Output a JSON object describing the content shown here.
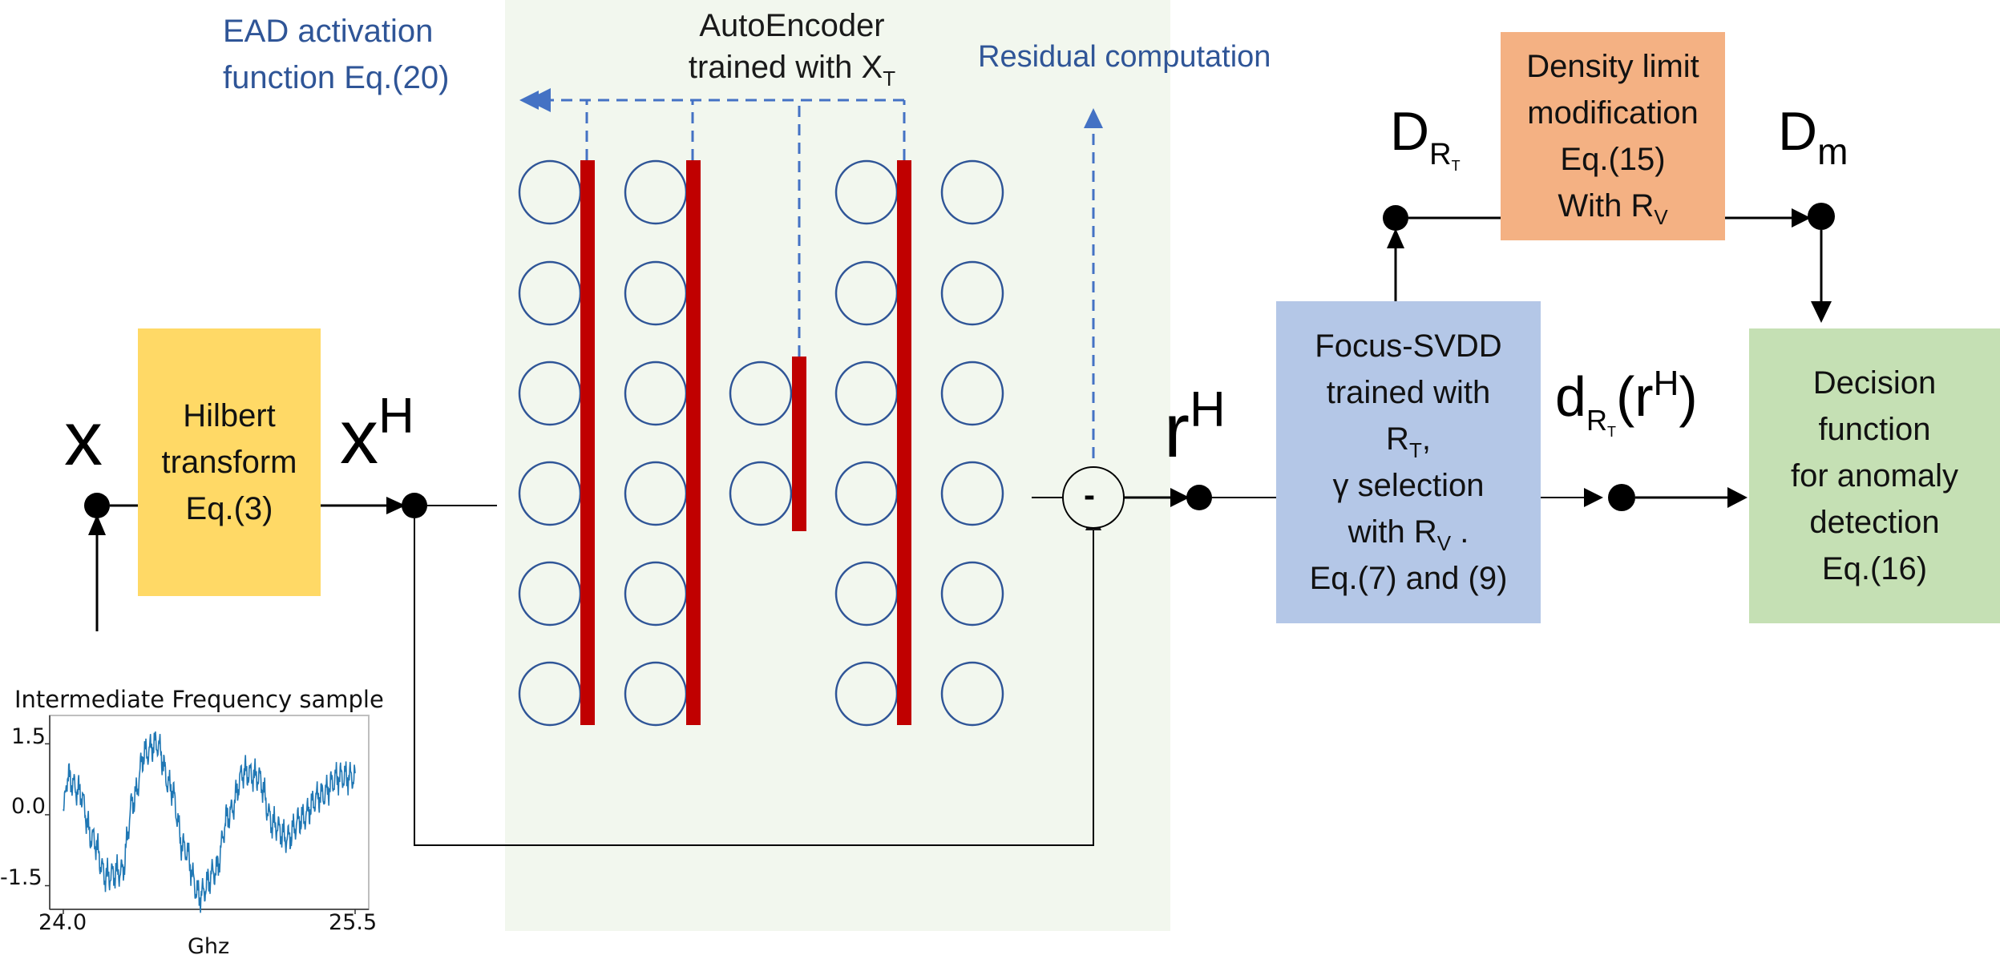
{
  "annotations": {
    "ead_activation": [
      "EAD activation",
      "function Eq.(20)"
    ],
    "autoencoder_title": [
      "AutoEncoder",
      "trained with X"
    ],
    "autoencoder_title_sub": "T",
    "residual_computation": "Residual computation"
  },
  "signals": {
    "x": "x",
    "xh_base": "x",
    "xh_sup": "H",
    "rh_base": "r",
    "rh_sup": "H",
    "dr_base": "D",
    "dr_sub": "R",
    "dr_subsub": "T",
    "dm_base": "D",
    "dm_sub": "m",
    "d_base": "d",
    "d_sub": "R",
    "d_subsub": "T",
    "d_paren_open": "(r",
    "d_sup": "H",
    "d_paren_close": ")",
    "minus_symbol": "-"
  },
  "blocks": {
    "hilbert": {
      "lines": [
        "Hilbert",
        "transform",
        "Eq.(3)"
      ],
      "color": "#ffd966"
    },
    "density": {
      "lines": [
        "Density limit",
        "modification",
        "Eq.(15)",
        "With R"
      ],
      "sub": "V",
      "color": "#f4b183"
    },
    "svdd": {
      "lines": [
        "Focus-SVDD",
        "trained with",
        "R",
        "γ selection",
        "with R",
        "Eq.(7) and (9)"
      ],
      "sub_t": "T",
      "sub_t_suffix": ",",
      "sub_v": "V",
      "sub_v_suffix": " .",
      "color": "#b4c7e7"
    },
    "decision": {
      "lines": [
        "Decision",
        "function",
        "for anomaly",
        "detection",
        "Eq.(16)"
      ],
      "color": "#c5e0b4"
    }
  },
  "autoencoder": {
    "background": "#f2f7ee",
    "layers": [
      6,
      6,
      2,
      6,
      6
    ],
    "neuron_color": "#2f5597",
    "activation_bar_color": "#c00000",
    "dashed_color": "#4472c4"
  },
  "chart_data": {
    "type": "line",
    "title": "Intermediate Frequency sample",
    "xlabel": "Ghz",
    "ylabel": "",
    "xlim": [
      24.0,
      25.5
    ],
    "ylim": [
      -2.0,
      2.1
    ],
    "xticks": [
      "24.0",
      "25.5"
    ],
    "yticks": [
      "1.5",
      "0.0",
      "-1.5"
    ],
    "ytick_values": [
      1.5,
      0.0,
      -1.5
    ],
    "grid": false,
    "line_color": "#1f77b4",
    "description": "Noisy sinusoid, ~2.3 cycles over band; peaks near 24.47 (~1.7) and 24.95 (~1.0); troughs near 24.23 (~-1.5) and 24.7 (~-1.9); rising to ~1.2 at 25.5",
    "keypoints": [
      {
        "x": 24.0,
        "y": 0.0
      },
      {
        "x": 24.02,
        "y": 0.8
      },
      {
        "x": 24.08,
        "y": 0.5
      },
      {
        "x": 24.15,
        "y": -0.5
      },
      {
        "x": 24.22,
        "y": -1.3
      },
      {
        "x": 24.3,
        "y": -1.2
      },
      {
        "x": 24.36,
        "y": 0.3
      },
      {
        "x": 24.42,
        "y": 1.3
      },
      {
        "x": 24.48,
        "y": 1.5
      },
      {
        "x": 24.55,
        "y": 0.6
      },
      {
        "x": 24.62,
        "y": -0.7
      },
      {
        "x": 24.7,
        "y": -1.7
      },
      {
        "x": 24.78,
        "y": -1.2
      },
      {
        "x": 24.85,
        "y": 0.0
      },
      {
        "x": 24.93,
        "y": 0.9
      },
      {
        "x": 25.0,
        "y": 0.8
      },
      {
        "x": 25.08,
        "y": -0.2
      },
      {
        "x": 25.15,
        "y": -0.5
      },
      {
        "x": 25.22,
        "y": -0.1
      },
      {
        "x": 25.32,
        "y": 0.4
      },
      {
        "x": 25.42,
        "y": 0.8
      },
      {
        "x": 25.5,
        "y": 0.8
      }
    ]
  }
}
